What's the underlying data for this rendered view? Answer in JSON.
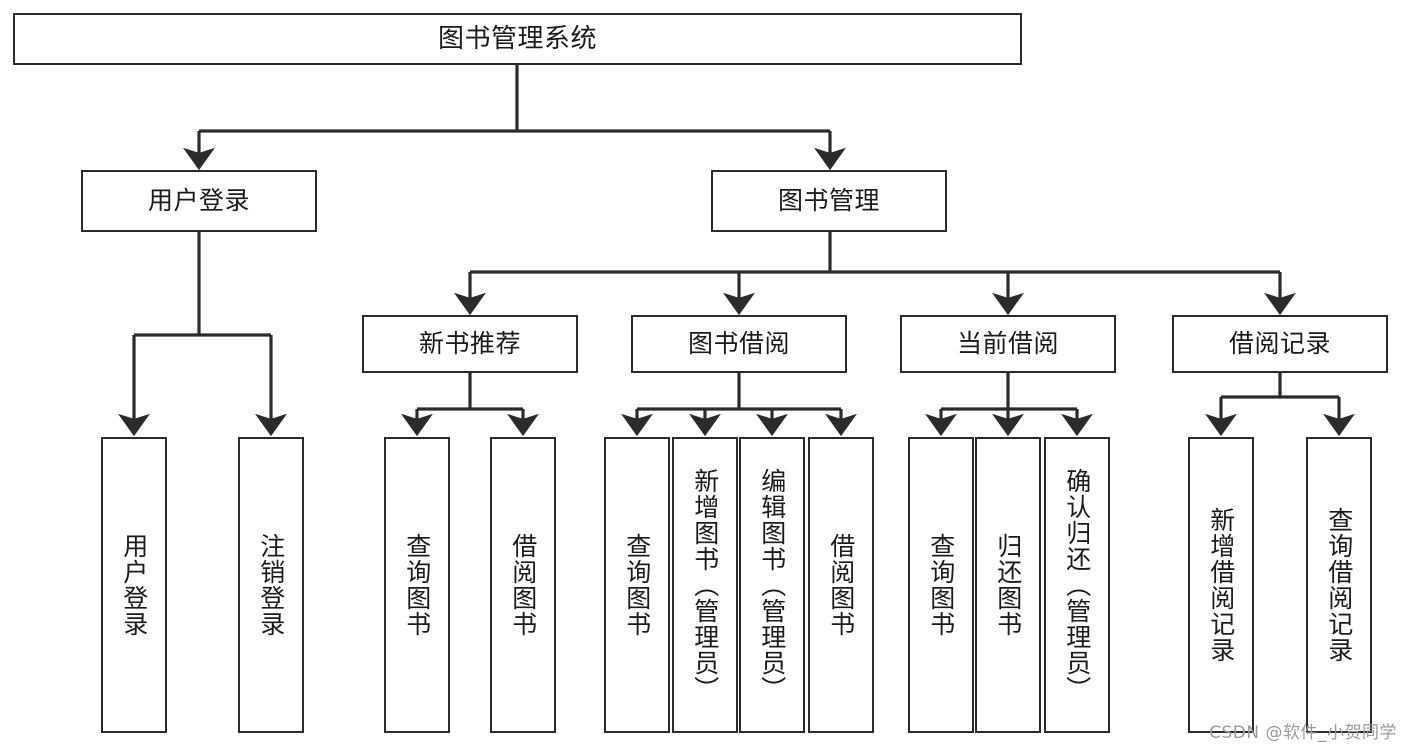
{
  "diagram": {
    "title": "图书管理系统",
    "type": "hierarchy-tree",
    "level2": [
      {
        "label": "用户登录"
      },
      {
        "label": "图书管理"
      }
    ],
    "level3": [
      {
        "label": "新书推荐"
      },
      {
        "label": "图书借阅"
      },
      {
        "label": "当前借阅"
      },
      {
        "label": "借阅记录"
      }
    ],
    "leaves": {
      "user_login": [
        {
          "label": "用户登录"
        },
        {
          "label": "注销登录"
        }
      ],
      "new_book_recommend": [
        {
          "label": "查询图书"
        },
        {
          "label": "借阅图书"
        }
      ],
      "book_borrow": [
        {
          "label": "查询图书"
        },
        {
          "label": "新增图书（管理员）"
        },
        {
          "label": "编辑图书（管理员）"
        },
        {
          "label": "借阅图书"
        }
      ],
      "current_borrow": [
        {
          "label": "查询图书"
        },
        {
          "label": "归还图书"
        },
        {
          "label": "确认归还（管理员）"
        }
      ],
      "borrow_record": [
        {
          "label": "新增借阅记录"
        },
        {
          "label": "查询借阅记录"
        }
      ]
    }
  },
  "watermark": {
    "text": "CSDN @软件_小贺同学"
  },
  "colors": {
    "stroke": "#2b2b2b",
    "background": "#ffffff",
    "text": "#1b1b1b",
    "watermark": "#9a9a9a"
  }
}
